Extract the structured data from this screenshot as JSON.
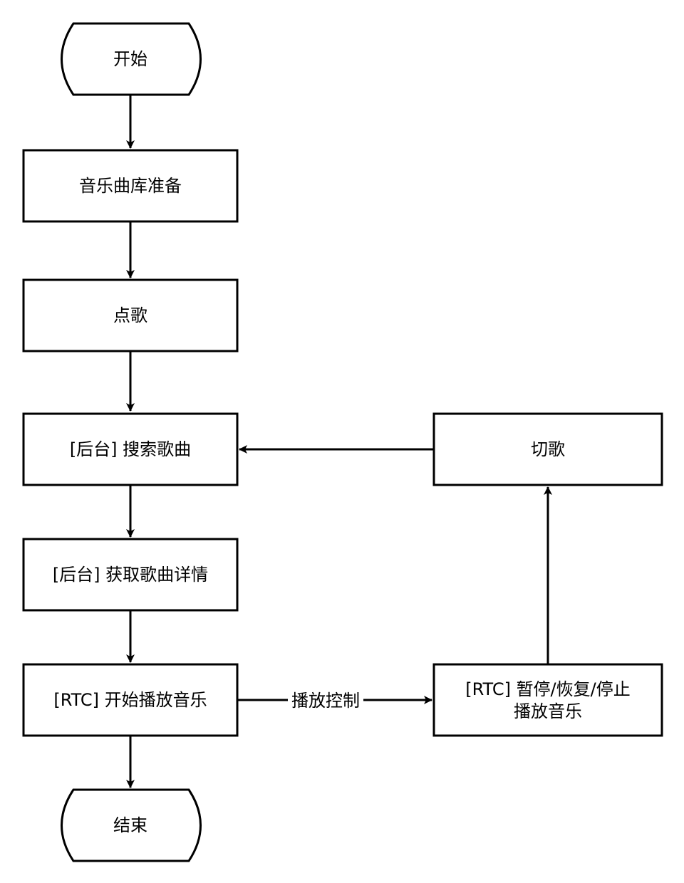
{
  "nodes": {
    "start": "开始",
    "prepare_library": "音乐曲库准备",
    "pick_song": "点歌",
    "search_song": "[后台] 搜索歌曲",
    "get_details": "[后台] 获取歌曲详情",
    "start_playback": "[RTC] 开始播放音乐",
    "playback_control_line1": "[RTC] 暂停/恢复/停止",
    "playback_control_line2": "播放音乐",
    "switch_song": "切歌",
    "end": "结束"
  },
  "edges": {
    "playback_control_label": "播放控制"
  }
}
